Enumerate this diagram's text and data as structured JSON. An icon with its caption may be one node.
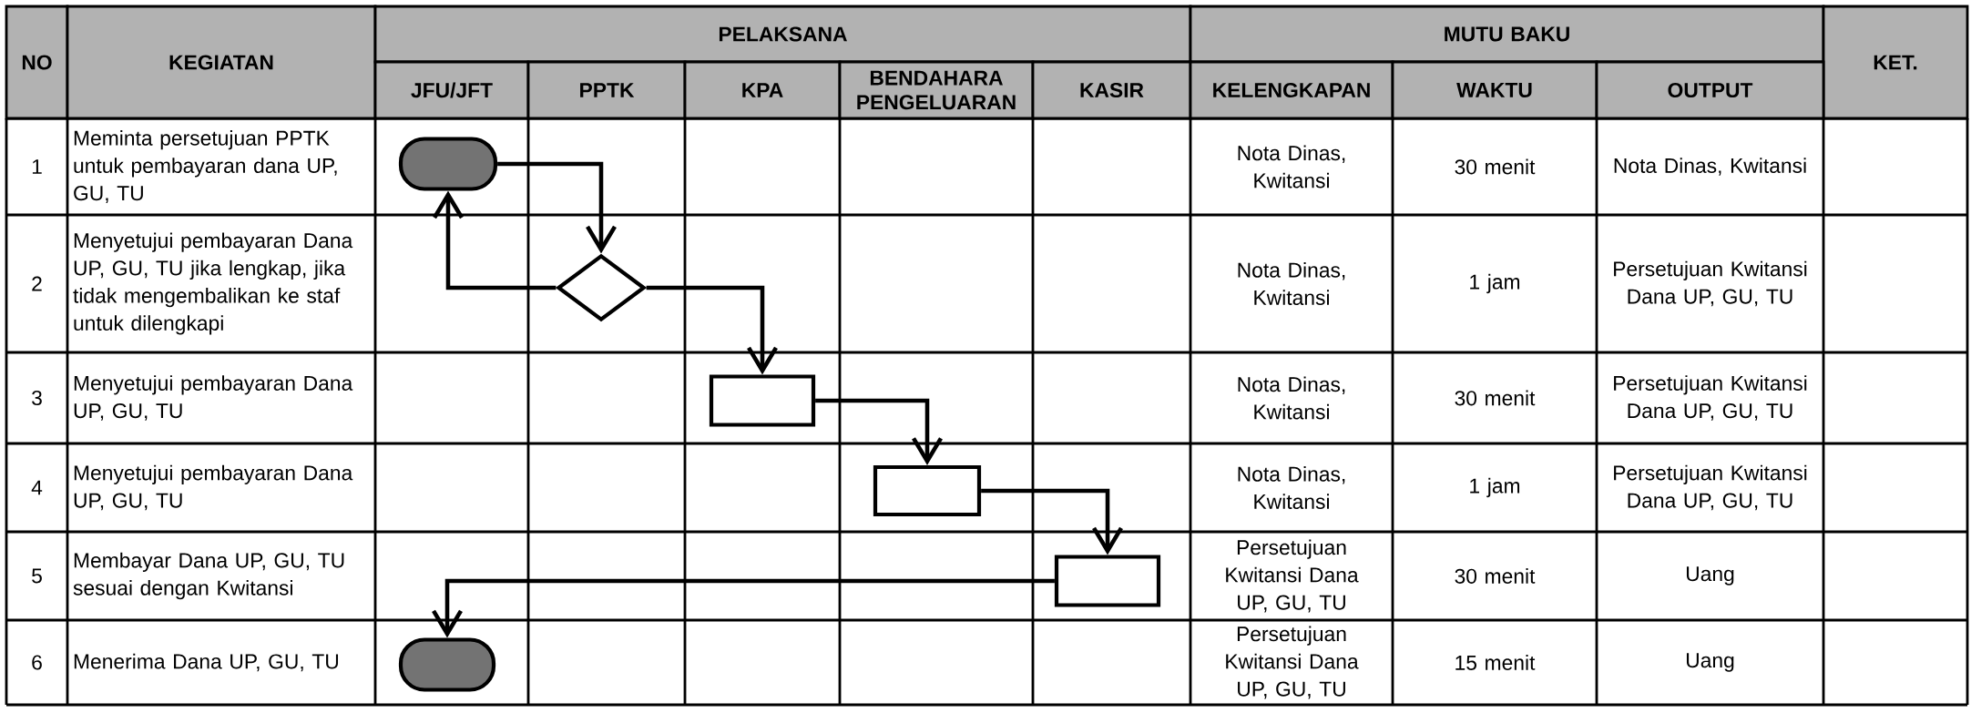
{
  "diagram": {
    "nodes": [
      {
        "text": [],
        "shape": "pill"
      },
      {
        "text": [],
        "shape": "diamond"
      },
      {
        "text": [],
        "shape": "box"
      },
      {
        "text": [],
        "shape": "box"
      },
      {
        "text": [],
        "shape": "box"
      },
      {
        "text": [],
        "shape": "pill"
      }
    ],
    "edges": [
      {
        "from": 0,
        "to": 1,
        "arrow": "to"
      },
      {
        "from": 1,
        "to": 0,
        "arrow": "to"
      },
      {
        "from": 1,
        "to": 2,
        "arrow": "to"
      },
      {
        "from": 2,
        "to": 3,
        "arrow": "to"
      },
      {
        "from": 3,
        "to": 4,
        "arrow": "to"
      },
      {
        "from": 4,
        "to": 5,
        "arrow": "to"
      }
    ],
    "labels": [
      "NO",
      "KEGIATAN",
      "PELAKSANA",
      "MUTU BAKU",
      "KET.",
      "JFU/JFT",
      "PPTK",
      "KPA",
      "BENDAHARA PENGELUARAN",
      "KASIR",
      "KELENGKAPAN",
      "WAKTU",
      "OUTPUT",
      "1",
      "Meminta persetujuan PPTK untuk pembayaran dana UP, GU, TU",
      "Nota Dinas, Kwitansi",
      "30 menit",
      "Nota Dinas, Kwitansi",
      "2",
      "Menyetujui pembayaran Dana UP, GU, TU jika lengkap, jika tidak mengembalikan ke staf untuk dilengkapi",
      "Nota Dinas, Kwitansi",
      "1 jam",
      "Persetujuan Kwitansi Dana UP, GU, TU",
      "3",
      "Menyetujui pembayaran Dana UP, GU, TU",
      "Nota Dinas, Kwitansi",
      "30 menit",
      "Persetujuan Kwitansi Dana UP, GU, TU",
      "4",
      "Menyetujui pembayaran Dana UP, GU, TU",
      "Nota Dinas, Kwitansi",
      "1 jam",
      "Persetujuan Kwitansi Dana UP, GU, TU",
      "5",
      "Membayar Dana UP, GU, TU sesuai dengan Kwitansi",
      "Persetujuan Kwitansi Dana UP, GU, TU",
      "30 menit",
      "Uang",
      "6",
      "Menerima Dana UP, GU, TU",
      "Persetujuan Kwitansi Dana UP, GU, TU",
      "15 menit",
      "Uang"
    ]
  }
}
